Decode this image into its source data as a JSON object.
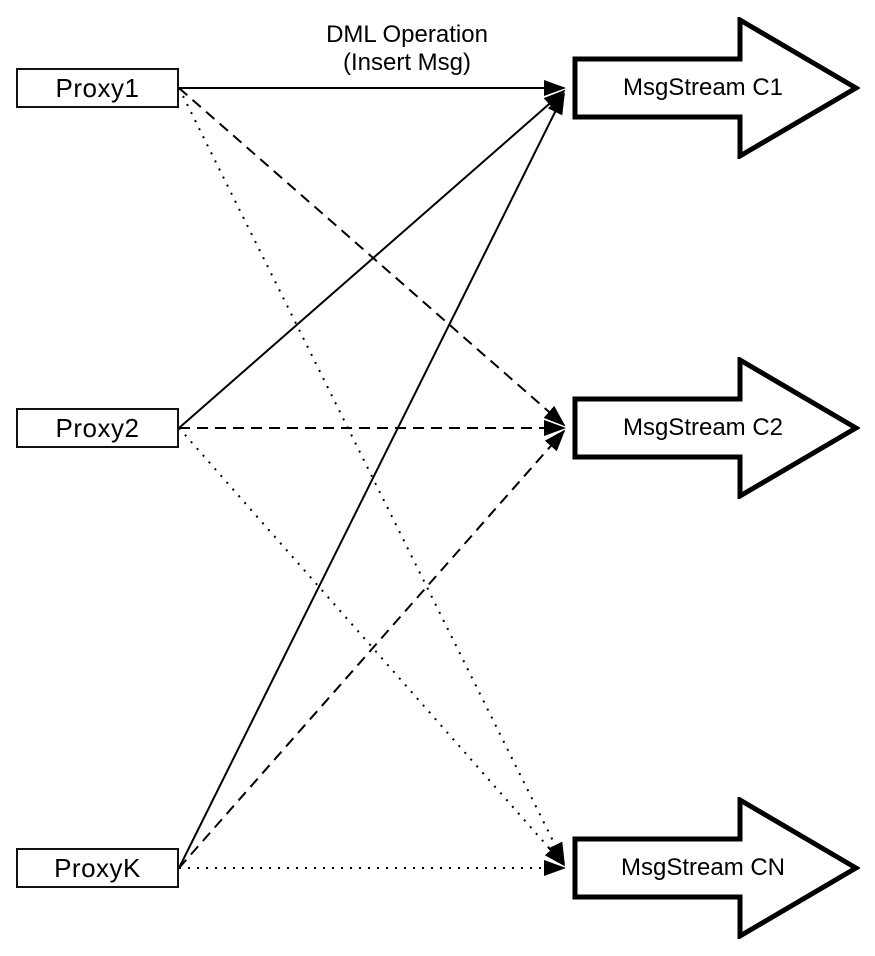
{
  "diagram": {
    "annotation": {
      "line1": "DML Operation",
      "line2": "(Insert Msg)"
    },
    "proxies": [
      {
        "label": "Proxy1"
      },
      {
        "label": "Proxy2"
      },
      {
        "label": "ProxyK"
      }
    ],
    "streams": [
      {
        "label": "MsgStream C1"
      },
      {
        "label": "MsgStream C2"
      },
      {
        "label": "MsgStream CN"
      }
    ],
    "connections": [
      {
        "from": "Proxy1",
        "to": "MsgStream C1",
        "line_style": "solid"
      },
      {
        "from": "Proxy2",
        "to": "MsgStream C1",
        "line_style": "solid"
      },
      {
        "from": "ProxyK",
        "to": "MsgStream C1",
        "line_style": "solid"
      },
      {
        "from": "Proxy1",
        "to": "MsgStream C2",
        "line_style": "dashed"
      },
      {
        "from": "Proxy2",
        "to": "MsgStream C2",
        "line_style": "dashed"
      },
      {
        "from": "ProxyK",
        "to": "MsgStream C2",
        "line_style": "dashed"
      },
      {
        "from": "Proxy1",
        "to": "MsgStream CN",
        "line_style": "dotted"
      },
      {
        "from": "Proxy2",
        "to": "MsgStream CN",
        "line_style": "dotted"
      },
      {
        "from": "ProxyK",
        "to": "MsgStream CN",
        "line_style": "dotted"
      }
    ],
    "colors": {
      "line": "#000000",
      "border": "#111111",
      "background": "#ffffff",
      "text": "#000000"
    }
  }
}
